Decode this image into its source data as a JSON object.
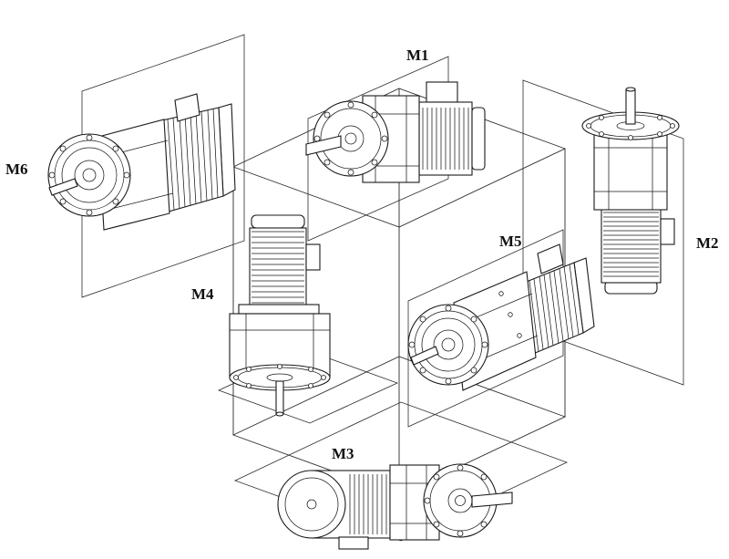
{
  "figure": {
    "positions": [
      {
        "id": "M1",
        "label": "M1"
      },
      {
        "id": "M2",
        "label": "M2"
      },
      {
        "id": "M3",
        "label": "M3"
      },
      {
        "id": "M4",
        "label": "M4"
      },
      {
        "id": "M5",
        "label": "M5"
      },
      {
        "id": "M6",
        "label": "M6"
      }
    ]
  },
  "colors": {
    "line": "#1a1a1a",
    "background": "#ffffff"
  }
}
